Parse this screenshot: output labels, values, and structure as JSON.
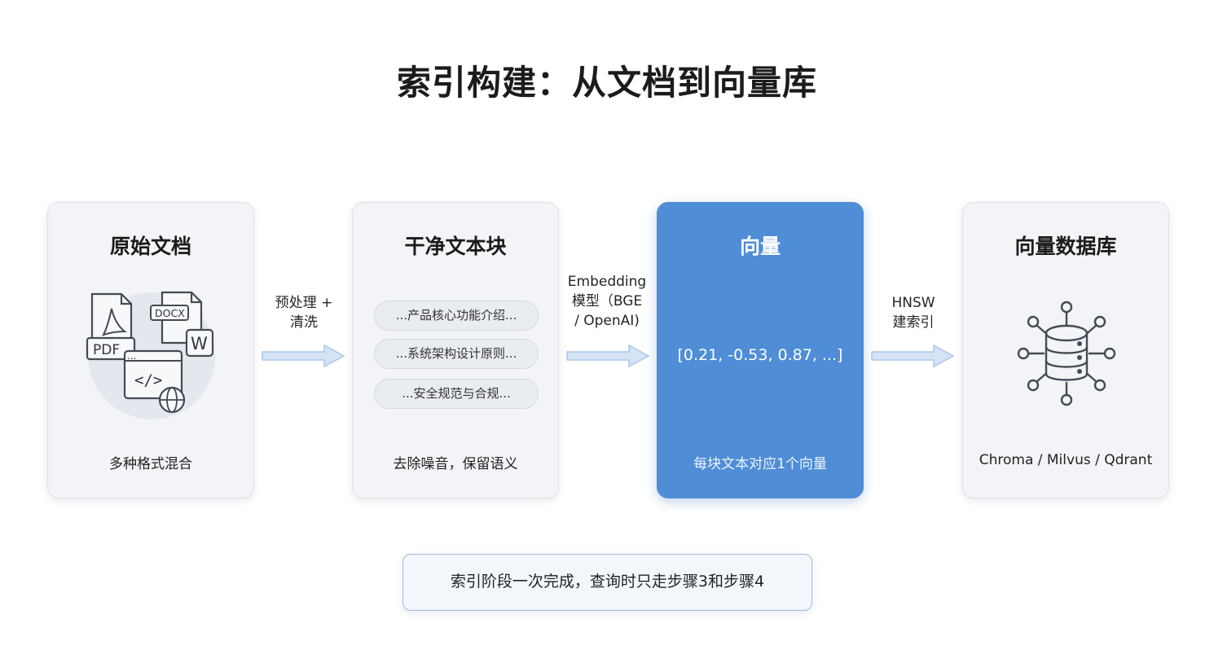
{
  "title": "索引构建：从文档到向量库",
  "stages": [
    {
      "title": "原始文档",
      "caption": "多种格式混合"
    },
    {
      "title": "干净文本块",
      "caption": "去除噪音，保留语义",
      "chunks": [
        "...产品核心功能介绍...",
        "...系统架构设计原则...",
        "...安全规范与合规..."
      ]
    },
    {
      "title": "向量",
      "vector": "[0.21, -0.53, 0.87, ...]",
      "caption": "每块文本对应1个向量"
    },
    {
      "title": "向量数据库",
      "caption": "Chroma / Milvus / Qdrant"
    }
  ],
  "doc_icons": {
    "pdf": "PDF",
    "docx": "DOCX",
    "word": "W",
    "code": "</>",
    "dots": "..."
  },
  "arrows": [
    {
      "label_lines": [
        "预处理 +",
        "清洗"
      ]
    },
    {
      "label_lines": [
        "Embedding",
        "模型（BGE",
        "/ OpenAI)"
      ]
    },
    {
      "label_lines": [
        "HNSW",
        "建索引"
      ]
    }
  ],
  "note": "索引阶段一次完成，查询时只走步骤3和步骤4",
  "colors": {
    "accent": "#4f8dd6",
    "card_bg": "#f2f4f8",
    "arrow": "#a9c6ea",
    "note_border": "#9dbbe3"
  }
}
